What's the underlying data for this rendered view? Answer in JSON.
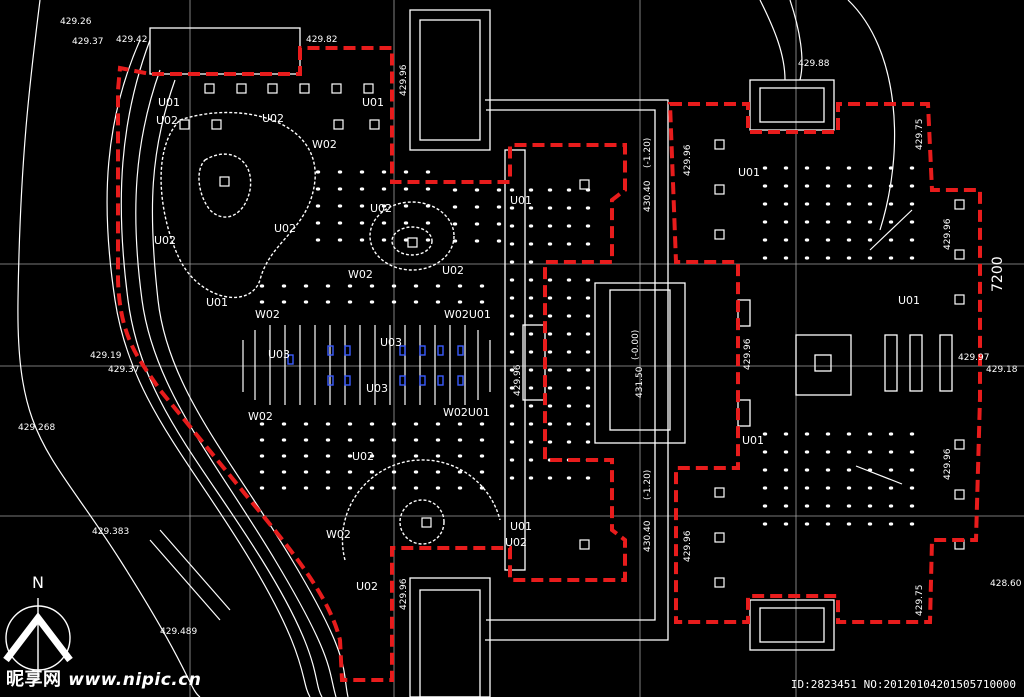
{
  "diagram": {
    "colors": {
      "background": "#000000",
      "lines": "#ffffff",
      "boundary": "#e81c1c",
      "marker": "#3a5bff"
    },
    "north_label": "N",
    "elevations": [
      "429.26",
      "429.37",
      "429.42",
      "429.82",
      "429.96",
      "429.88",
      "429.75",
      "429.96",
      "429.96",
      "429.19",
      "429.37",
      "429.268",
      "429.383",
      "429.489",
      "429.96",
      "429.75",
      "429.97",
      "429.18",
      "428.60",
      "429.96",
      "429.96",
      "429.96",
      "429.96"
    ],
    "center_labels": {
      "minus_top": "(-1.20)",
      "minus_bottom": "(-1.20)",
      "zero": "(-0.00)",
      "mid": "431.50",
      "h1": "430.40",
      "h2": "430.40"
    },
    "dimension": "7200",
    "zone_labels": [
      "U01",
      "U01",
      "U02",
      "W02",
      "U02",
      "U02",
      "U02",
      "W02",
      "U02",
      "U02",
      "U01",
      "W02",
      "W02U01",
      "U03",
      "U03",
      "U03",
      "W02",
      "W02U01",
      "U02",
      "U01",
      "U02",
      "W02",
      "U02",
      "U01",
      "U01",
      "U01",
      "U01"
    ]
  },
  "watermark": {
    "cn": "昵享网",
    "url": "www.nipic.cn"
  },
  "image_id": "ID:2823451 NO:20120104201505710000"
}
